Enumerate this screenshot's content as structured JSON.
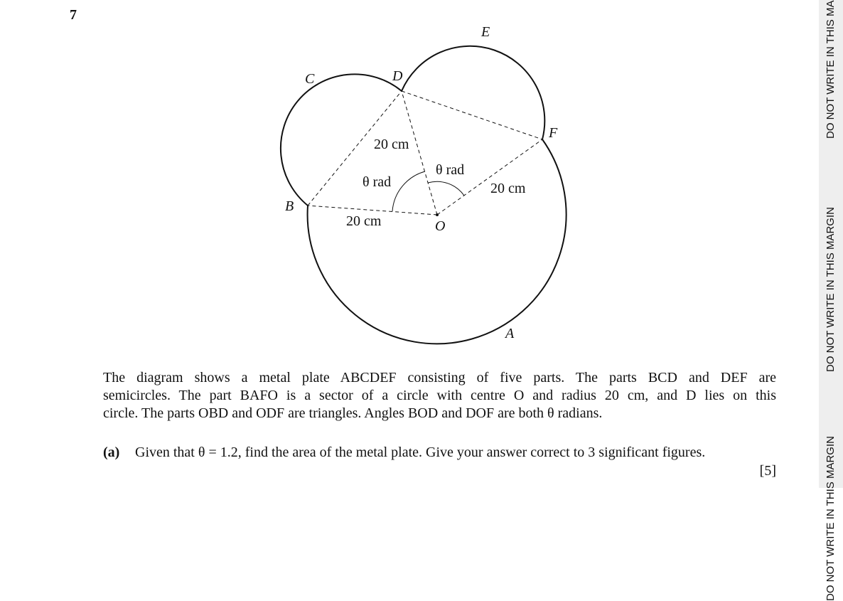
{
  "question_number": "7",
  "diagram": {
    "points": {
      "A": "A",
      "B": "B",
      "C": "C",
      "D": "D",
      "E": "E",
      "F": "F",
      "O": "O"
    },
    "length_labels": [
      "20 cm",
      "20 cm",
      "20 cm"
    ],
    "angle_labels": [
      "θ rad",
      "θ rad"
    ]
  },
  "paragraph": {
    "line1": "The diagram shows a metal plate ABCDEF consisting of five parts. The parts BCD and DEF are",
    "line2": "semicircles. The part BAFO is a sector of a circle with centre O and radius 20 cm, and D lies on this",
    "line3": "circle. The parts OBD and ODF are triangles. Angles BOD and DOF are both θ radians."
  },
  "part_a": {
    "tag": "(a)",
    "text": "Given that θ = 1.2, find the area of the metal plate. Give your answer correct to 3 significant figures.",
    "marks": "[5]"
  },
  "margin": {
    "text1": "DO NOT WRITE IN THIS MARGIN",
    "text2": "DO NOT WRITE IN THIS MARGIN",
    "text3": "DO NOT WRITE IN THIS MARGIN"
  }
}
